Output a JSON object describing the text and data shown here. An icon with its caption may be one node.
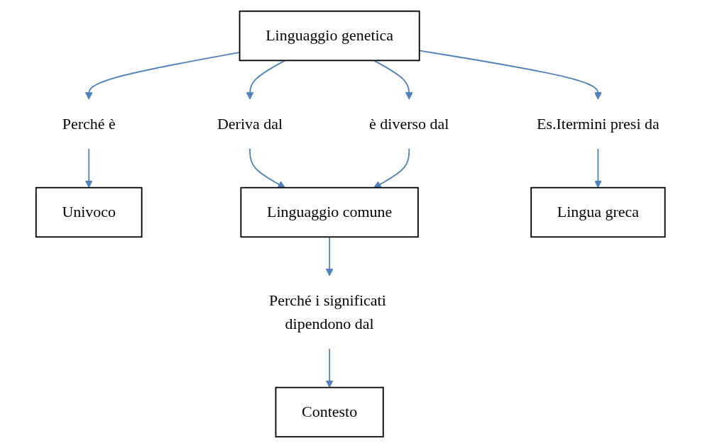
{
  "diagram": {
    "nodes": [
      {
        "text": [
          "Linguaggio genetica"
        ]
      },
      {
        "text": [
          "Perché è"
        ]
      },
      {
        "text": [
          "Univoco"
        ]
      },
      {
        "text": [
          "Deriva dal"
        ]
      },
      {
        "text": [
          "è diverso dal"
        ]
      },
      {
        "text": [
          "Es.Itermini presi da"
        ]
      },
      {
        "text": [
          "Linguaggio comune"
        ]
      },
      {
        "text": [
          "Lingua greca"
        ]
      },
      {
        "text": [
          "Perché i significati dipendono dal"
        ]
      },
      {
        "text": [
          "Contesto"
        ]
      }
    ],
    "edges": [
      {
        "from": 0,
        "to": 1,
        "arrow": "to"
      },
      {
        "from": 1,
        "to": 2,
        "arrow": "to"
      },
      {
        "from": 0,
        "to": 3,
        "arrow": "to"
      },
      {
        "from": 3,
        "to": 6,
        "arrow": "to"
      },
      {
        "from": 0,
        "to": 4,
        "arrow": "to"
      },
      {
        "from": 4,
        "to": 6,
        "arrow": "to"
      },
      {
        "from": 0,
        "to": 5,
        "arrow": "to"
      },
      {
        "from": 5,
        "to": 7,
        "arrow": "to"
      },
      {
        "from": 6,
        "to": 8,
        "arrow": "to"
      },
      {
        "from": 8,
        "to": 9,
        "arrow": "to"
      }
    ]
  }
}
